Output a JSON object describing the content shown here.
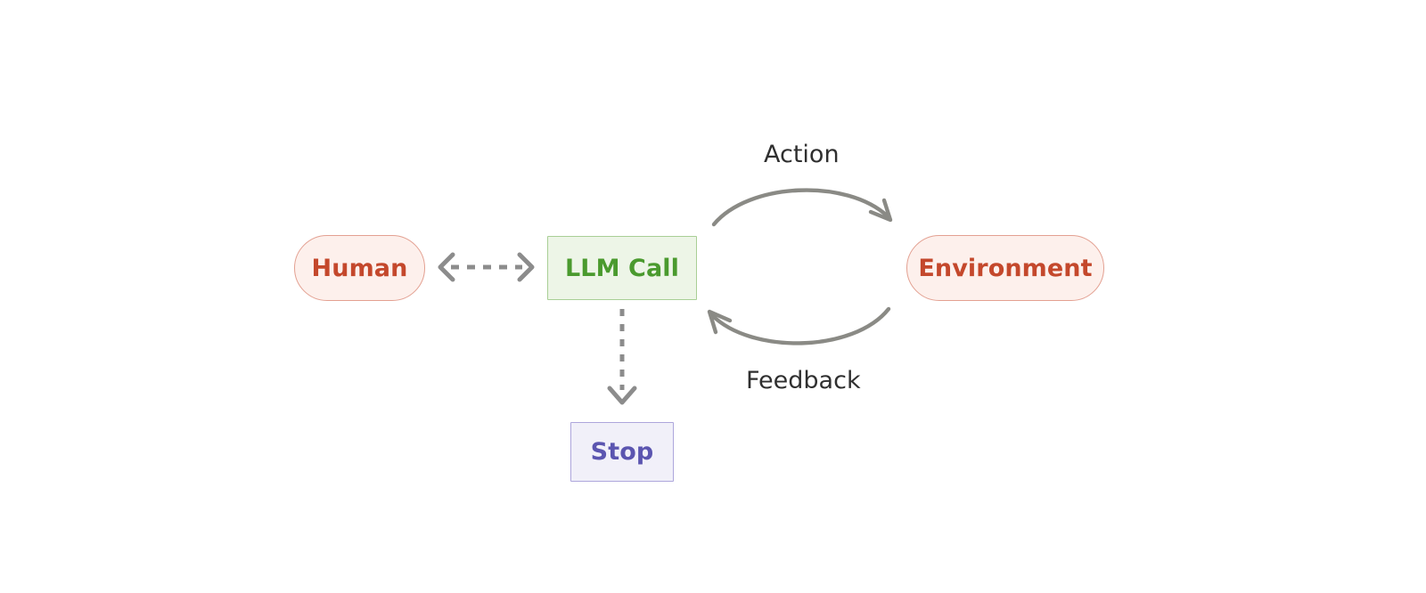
{
  "diagram": {
    "background": "#ffffff",
    "nodes": [
      {
        "id": "human",
        "label": "Human",
        "shape": "stadium",
        "fill": "#fdf0ec",
        "stroke": "#e3a091",
        "text_color": "#c4482c"
      },
      {
        "id": "llm-call",
        "label": "LLM Call",
        "shape": "rectangle",
        "fill": "#edf5e7",
        "stroke": "#a9cf96",
        "text_color": "#4a9a2e"
      },
      {
        "id": "environment",
        "label": "Environment",
        "shape": "stadium",
        "fill": "#fdf0ec",
        "stroke": "#e3a091",
        "text_color": "#c4482c"
      },
      {
        "id": "stop",
        "label": "Stop",
        "shape": "rectangle",
        "fill": "#f1f0f9",
        "stroke": "#ada6dc",
        "text_color": "#5b55b0"
      }
    ],
    "edges": [
      {
        "id": "human-llm",
        "from": "human",
        "to": "llm-call",
        "label": "",
        "style": "dashed",
        "direction": "bidirectional",
        "stroke": "#8c8c8c"
      },
      {
        "id": "llm-stop",
        "from": "llm-call",
        "to": "stop",
        "label": "",
        "style": "dashed",
        "direction": "forward",
        "stroke": "#8c8c8c"
      },
      {
        "id": "action",
        "from": "llm-call",
        "to": "environment",
        "label": "Action",
        "style": "solid-curved",
        "direction": "forward",
        "stroke": "#8a8a85"
      },
      {
        "id": "feedback",
        "from": "environment",
        "to": "llm-call",
        "label": "Feedback",
        "style": "solid-curved",
        "direction": "forward",
        "stroke": "#8a8a85"
      }
    ],
    "edge_label_color": "#2f2f2f"
  }
}
